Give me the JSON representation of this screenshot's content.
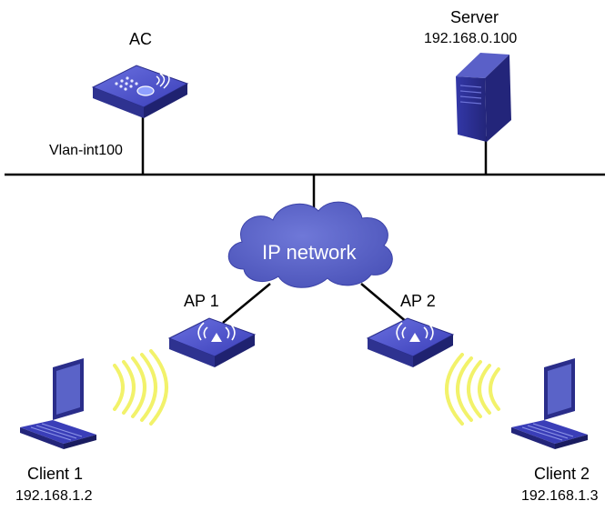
{
  "ac": {
    "label": "AC",
    "interface": "Vlan-int100"
  },
  "server": {
    "label": "Server",
    "ip": "192.168.0.100"
  },
  "cloud": {
    "label": "IP network"
  },
  "ap1": {
    "label": "AP 1"
  },
  "ap2": {
    "label": "AP 2"
  },
  "client1": {
    "label": "Client 1",
    "ip": "192.168.1.2"
  },
  "client2": {
    "label": "Client 2",
    "ip": "192.168.1.3"
  },
  "colors": {
    "device_blue": "#3a3eb8",
    "device_dark": "#23257a",
    "cloud": "#5560c6",
    "wireless": "#f2f26a",
    "line": "#000000"
  },
  "icons": [
    "ac-icon",
    "server-icon",
    "cloud-icon",
    "access-point-icon",
    "laptop-icon",
    "wireless-signal-icon"
  ]
}
